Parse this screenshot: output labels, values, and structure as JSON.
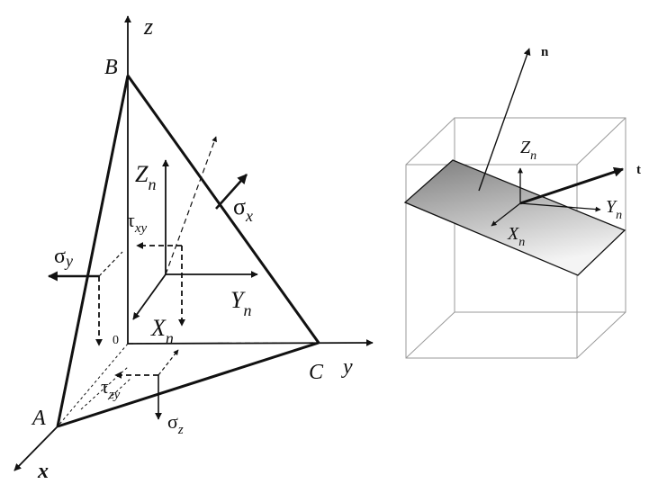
{
  "left_figure": {
    "axis_z": "z",
    "axis_y": "y",
    "axis_x": "x",
    "vertex_b": "B",
    "vertex_a": "A",
    "vertex_c": "C",
    "origin": "0",
    "z_n": {
      "main": "Z",
      "sub": "n"
    },
    "y_n": {
      "main": "Y",
      "sub": "n"
    },
    "x_n": {
      "main": "X",
      "sub": "n"
    },
    "sigma_x": {
      "main": "σ",
      "sub": "x"
    },
    "sigma_y": {
      "main": "σ",
      "sub": "y"
    },
    "sigma_z": {
      "main": "σ",
      "sub": "z"
    },
    "tau_xy": {
      "main": "τ",
      "sub": "xy"
    },
    "tau_zy": {
      "main": "τ",
      "sub": "zy"
    }
  },
  "right_figure": {
    "normal": "n",
    "tangent": "t",
    "z_n": {
      "main": "Z",
      "sub": "n"
    },
    "y_n": {
      "main": "Y",
      "sub": "n"
    },
    "x_n": {
      "main": "X",
      "sub": "n"
    }
  },
  "colors": {
    "ink": "#111111",
    "box": "#9a9a9a",
    "plane_dark": "#7d7d7d",
    "plane_light": "#f4f4f4"
  }
}
